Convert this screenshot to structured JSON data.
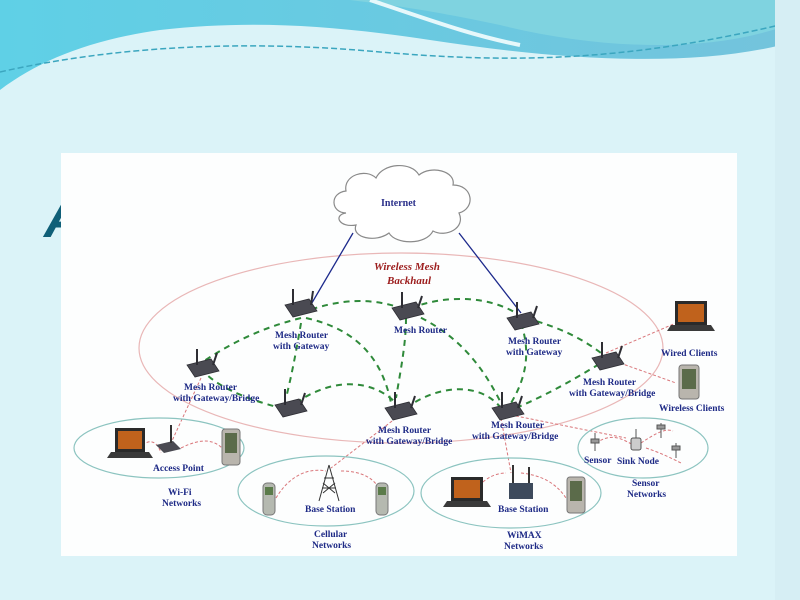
{
  "slide": {
    "title_partial": "A"
  },
  "diagram": {
    "internet_label": "Internet",
    "backhaul_label_line1": "Wireless Mesh",
    "backhaul_label_line2": "Backhaul",
    "routers": [
      {
        "line1": "Mesh Router",
        "line2": "with Gateway"
      },
      {
        "line1": "Mesh Router",
        "line2": ""
      },
      {
        "line1": "Mesh Router",
        "line2": "with Gateway"
      },
      {
        "line1": "Mesh Router",
        "line2": "with Gateway/Bridge"
      },
      {
        "line1": "Mesh Router",
        "line2": "with Gateway/Bridge"
      },
      {
        "line1": "Mesh Router",
        "line2": "with Gateway/Bridge"
      },
      {
        "line1": "Mesh Router",
        "line2": "with Gateway/Bridge"
      }
    ],
    "clients": {
      "wired": "Wired Clients",
      "wireless": "Wireless Clients"
    },
    "networks": {
      "wifi": {
        "device": "Access Point",
        "line1": "Wi-Fi",
        "line2": "Networks"
      },
      "cellular": {
        "device": "Base Station",
        "line1": "Cellular",
        "line2": "Networks"
      },
      "wimax": {
        "device": "Base Station",
        "line1": "WiMAX",
        "line2": "Networks"
      },
      "sensor": {
        "sensor": "Sensor",
        "sink": "Sink Node",
        "line1": "Sensor",
        "line2": "Networks"
      }
    },
    "colors": {
      "mesh_link": "#2f8a3a",
      "internet_link": "#1d2a8c",
      "client_link": "#d9767a",
      "network_ellipse": "#8cc4c0",
      "backhaul_ellipse": "#e9b7b7"
    }
  }
}
